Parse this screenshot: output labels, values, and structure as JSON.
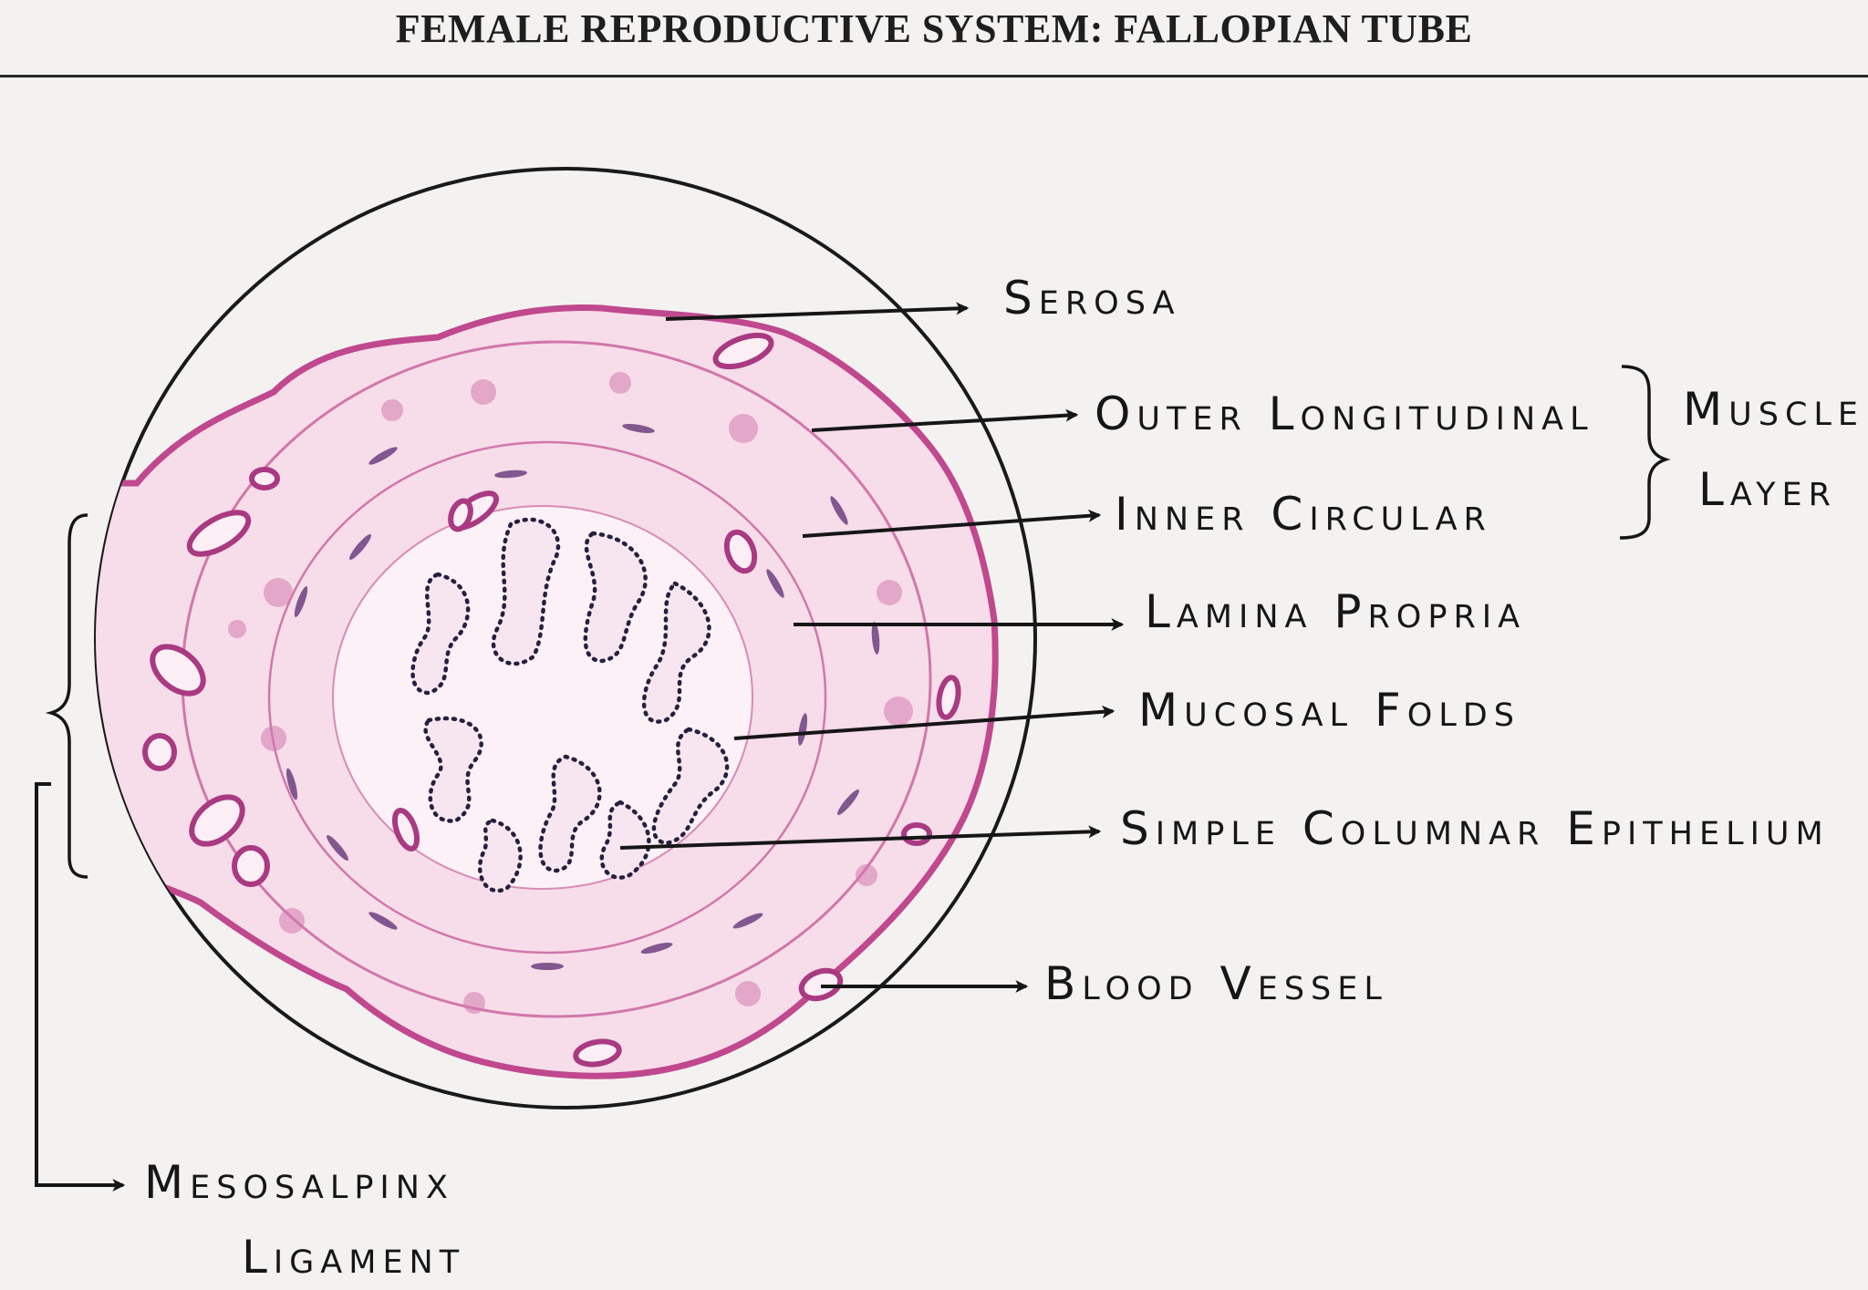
{
  "title": "FEMALE REPRODUCTIVE SYSTEM: FALLOPIAN TUBE",
  "labels": {
    "serosa": "Serosa",
    "outer_longitudinal": "Outer Longitudinal",
    "inner_circular": "Inner Circular",
    "muscle_layer_line1": "Muscle",
    "muscle_layer_line2": "Layer",
    "lamina_propria": "Lamina Propria",
    "mucosal_folds": "Mucosal Folds",
    "simple_columnar_epithelium": "Simple Columnar Epithelium",
    "blood_vessel": "Blood Vessel",
    "mesosalpinx_line1": "Mesosalpinx",
    "mesosalpinx_line2": "Ligament"
  },
  "colors": {
    "paper": "#f3f2f0",
    "ink": "#161616",
    "tissue_fill": "#f6dde9",
    "tissue_outline": "#c0488e",
    "nucleus": "#5b2a72",
    "epithelium_dots": "#262040"
  }
}
